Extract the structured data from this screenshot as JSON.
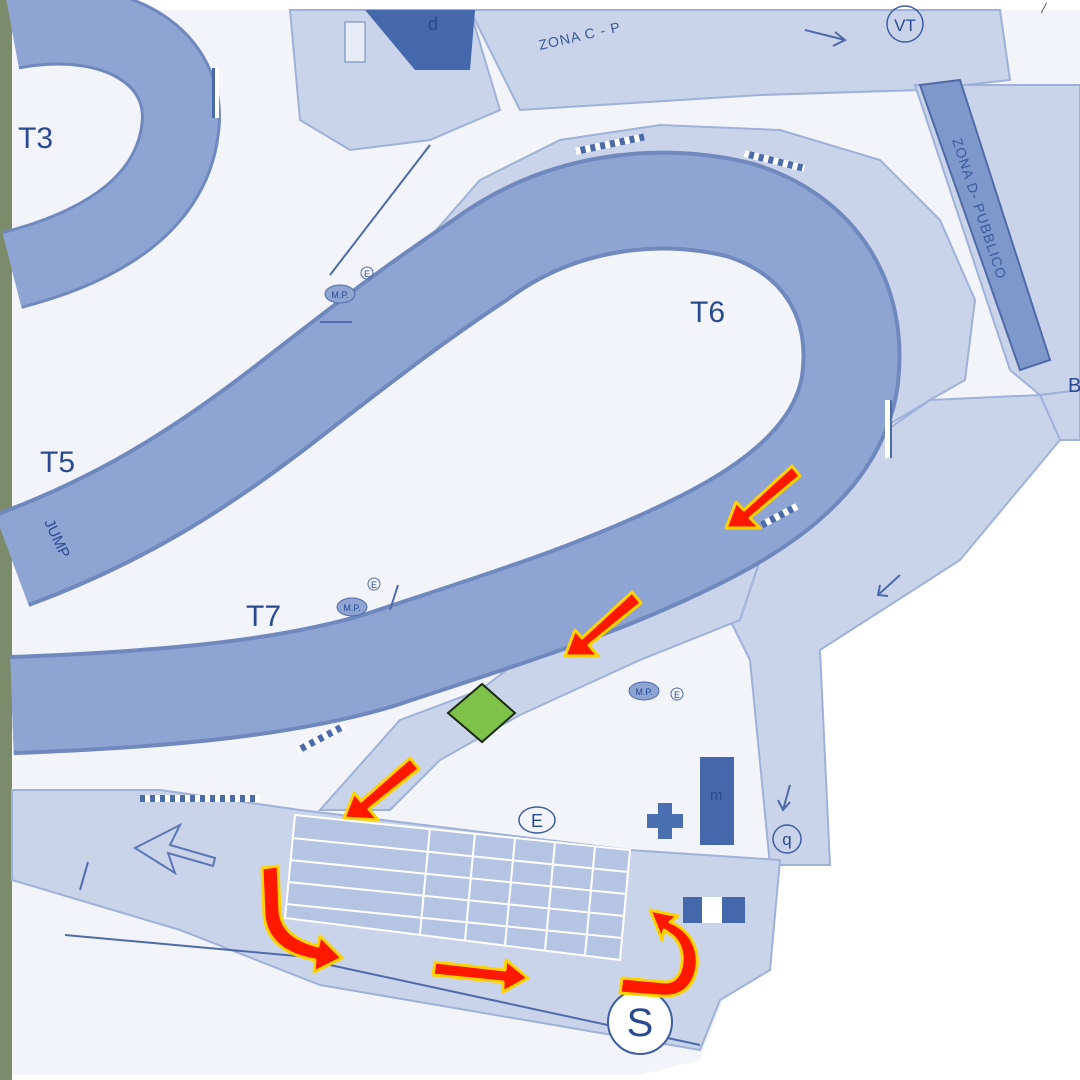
{
  "map": {
    "turn_labels": {
      "t3": "T3",
      "t5": "T5",
      "t6": "T6",
      "t7": "T7"
    },
    "track_text": {
      "jump": "JUMP",
      "zone_c": "ZONA C - P",
      "zone_d": "ZONA D- PUBBLICO"
    },
    "markers": {
      "mp": "M.P.",
      "e_small": "E",
      "e_circle": "E",
      "vt": "VT",
      "q": "q",
      "d": "d",
      "s": "S",
      "b": "B",
      "m": "m"
    },
    "colors": {
      "track": "#8ea5d4",
      "track_edge": "#6f88be",
      "runoff": "#c9d4ea",
      "infield": "#f3f5fb",
      "background": "#ffffff",
      "arrow_fill": "#ff1800",
      "arrow_edge": "#ffd200",
      "flag_green": "#7fc24a",
      "cross": "#4a6fb0",
      "block": "#3f66b0"
    },
    "icons": [
      "direction-arrow-icon",
      "green-marker-icon",
      "first-aid-cross-icon",
      "left-arrow-icon",
      "u-turn-arrow-icon"
    ]
  }
}
